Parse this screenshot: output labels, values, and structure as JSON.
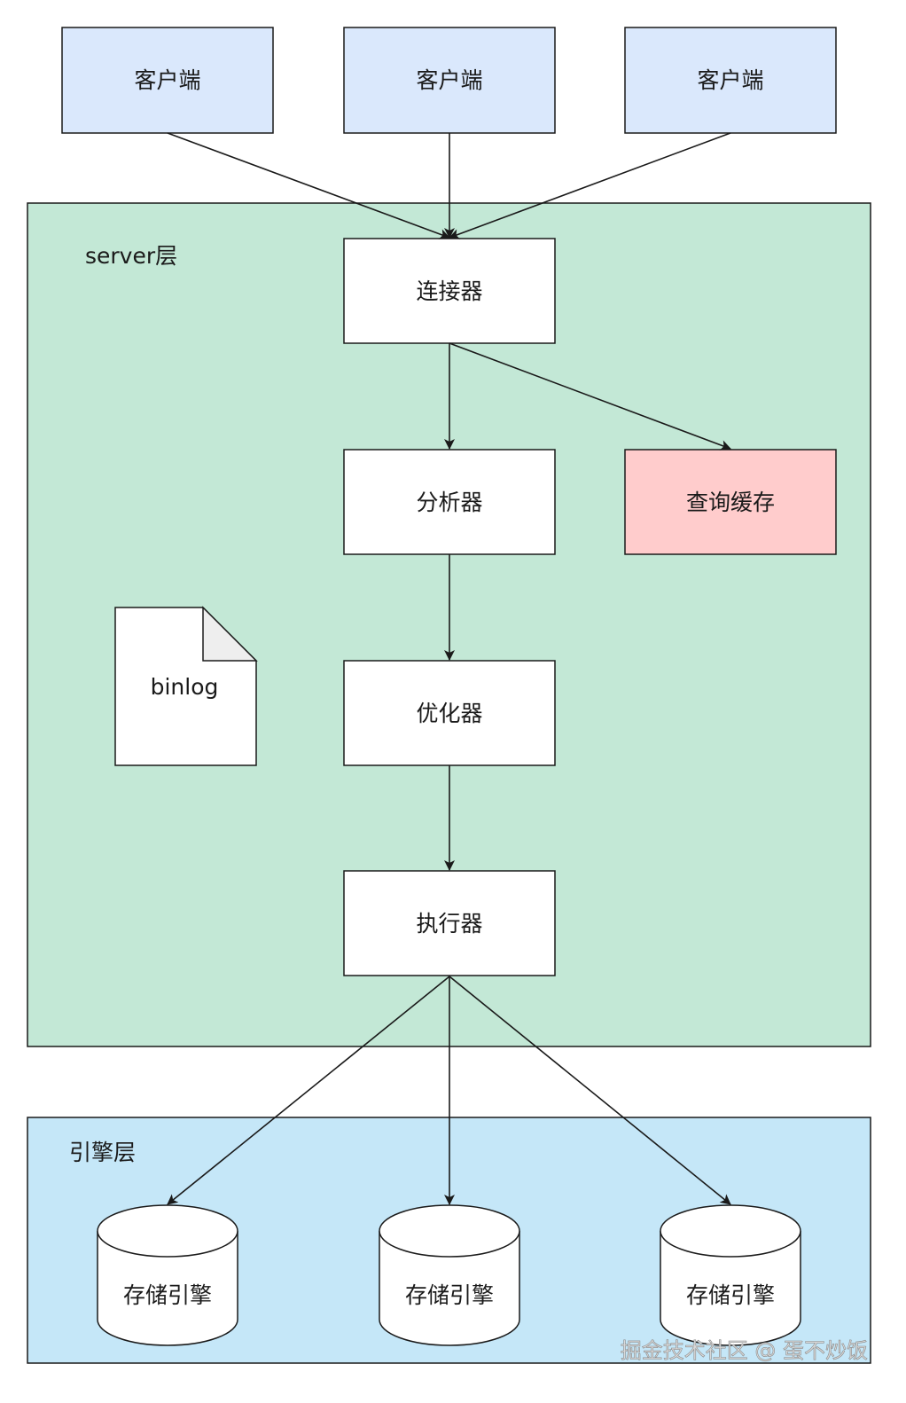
{
  "colors": {
    "client_fill": "#dae8fc",
    "server_layer_fill": "#c3e8d6",
    "engine_layer_fill": "#c5e7f8",
    "cache_fill": "#ffcccc",
    "box_fill": "#ffffff",
    "stroke": "#1a1a1a"
  },
  "clients": [
    {
      "label": "客户端"
    },
    {
      "label": "客户端"
    },
    {
      "label": "客户端"
    }
  ],
  "server_layer": {
    "label": "server层"
  },
  "nodes": {
    "connector": "连接器",
    "analyzer": "分析器",
    "query_cache": "查询缓存",
    "optimizer": "优化器",
    "executor": "执行器"
  },
  "binlog": {
    "label": "binlog",
    "icon": "document-icon"
  },
  "engine_layer": {
    "label": "引擎层"
  },
  "engines": [
    {
      "label": "存储引擎",
      "icon": "cylinder-database-icon"
    },
    {
      "label": "存储引擎",
      "icon": "cylinder-database-icon"
    },
    {
      "label": "存储引擎",
      "icon": "cylinder-database-icon"
    }
  ],
  "watermark": "掘金技术社区 @ 蛋不炒饭",
  "edges": [
    {
      "from": "客户端",
      "to": "连接器"
    },
    {
      "from": "客户端",
      "to": "连接器"
    },
    {
      "from": "客户端",
      "to": "连接器"
    },
    {
      "from": "连接器",
      "to": "分析器"
    },
    {
      "from": "连接器",
      "to": "查询缓存"
    },
    {
      "from": "分析器",
      "to": "优化器"
    },
    {
      "from": "优化器",
      "to": "执行器"
    },
    {
      "from": "执行器",
      "to": "存储引擎"
    },
    {
      "from": "执行器",
      "to": "存储引擎"
    },
    {
      "from": "执行器",
      "to": "存储引擎"
    }
  ]
}
